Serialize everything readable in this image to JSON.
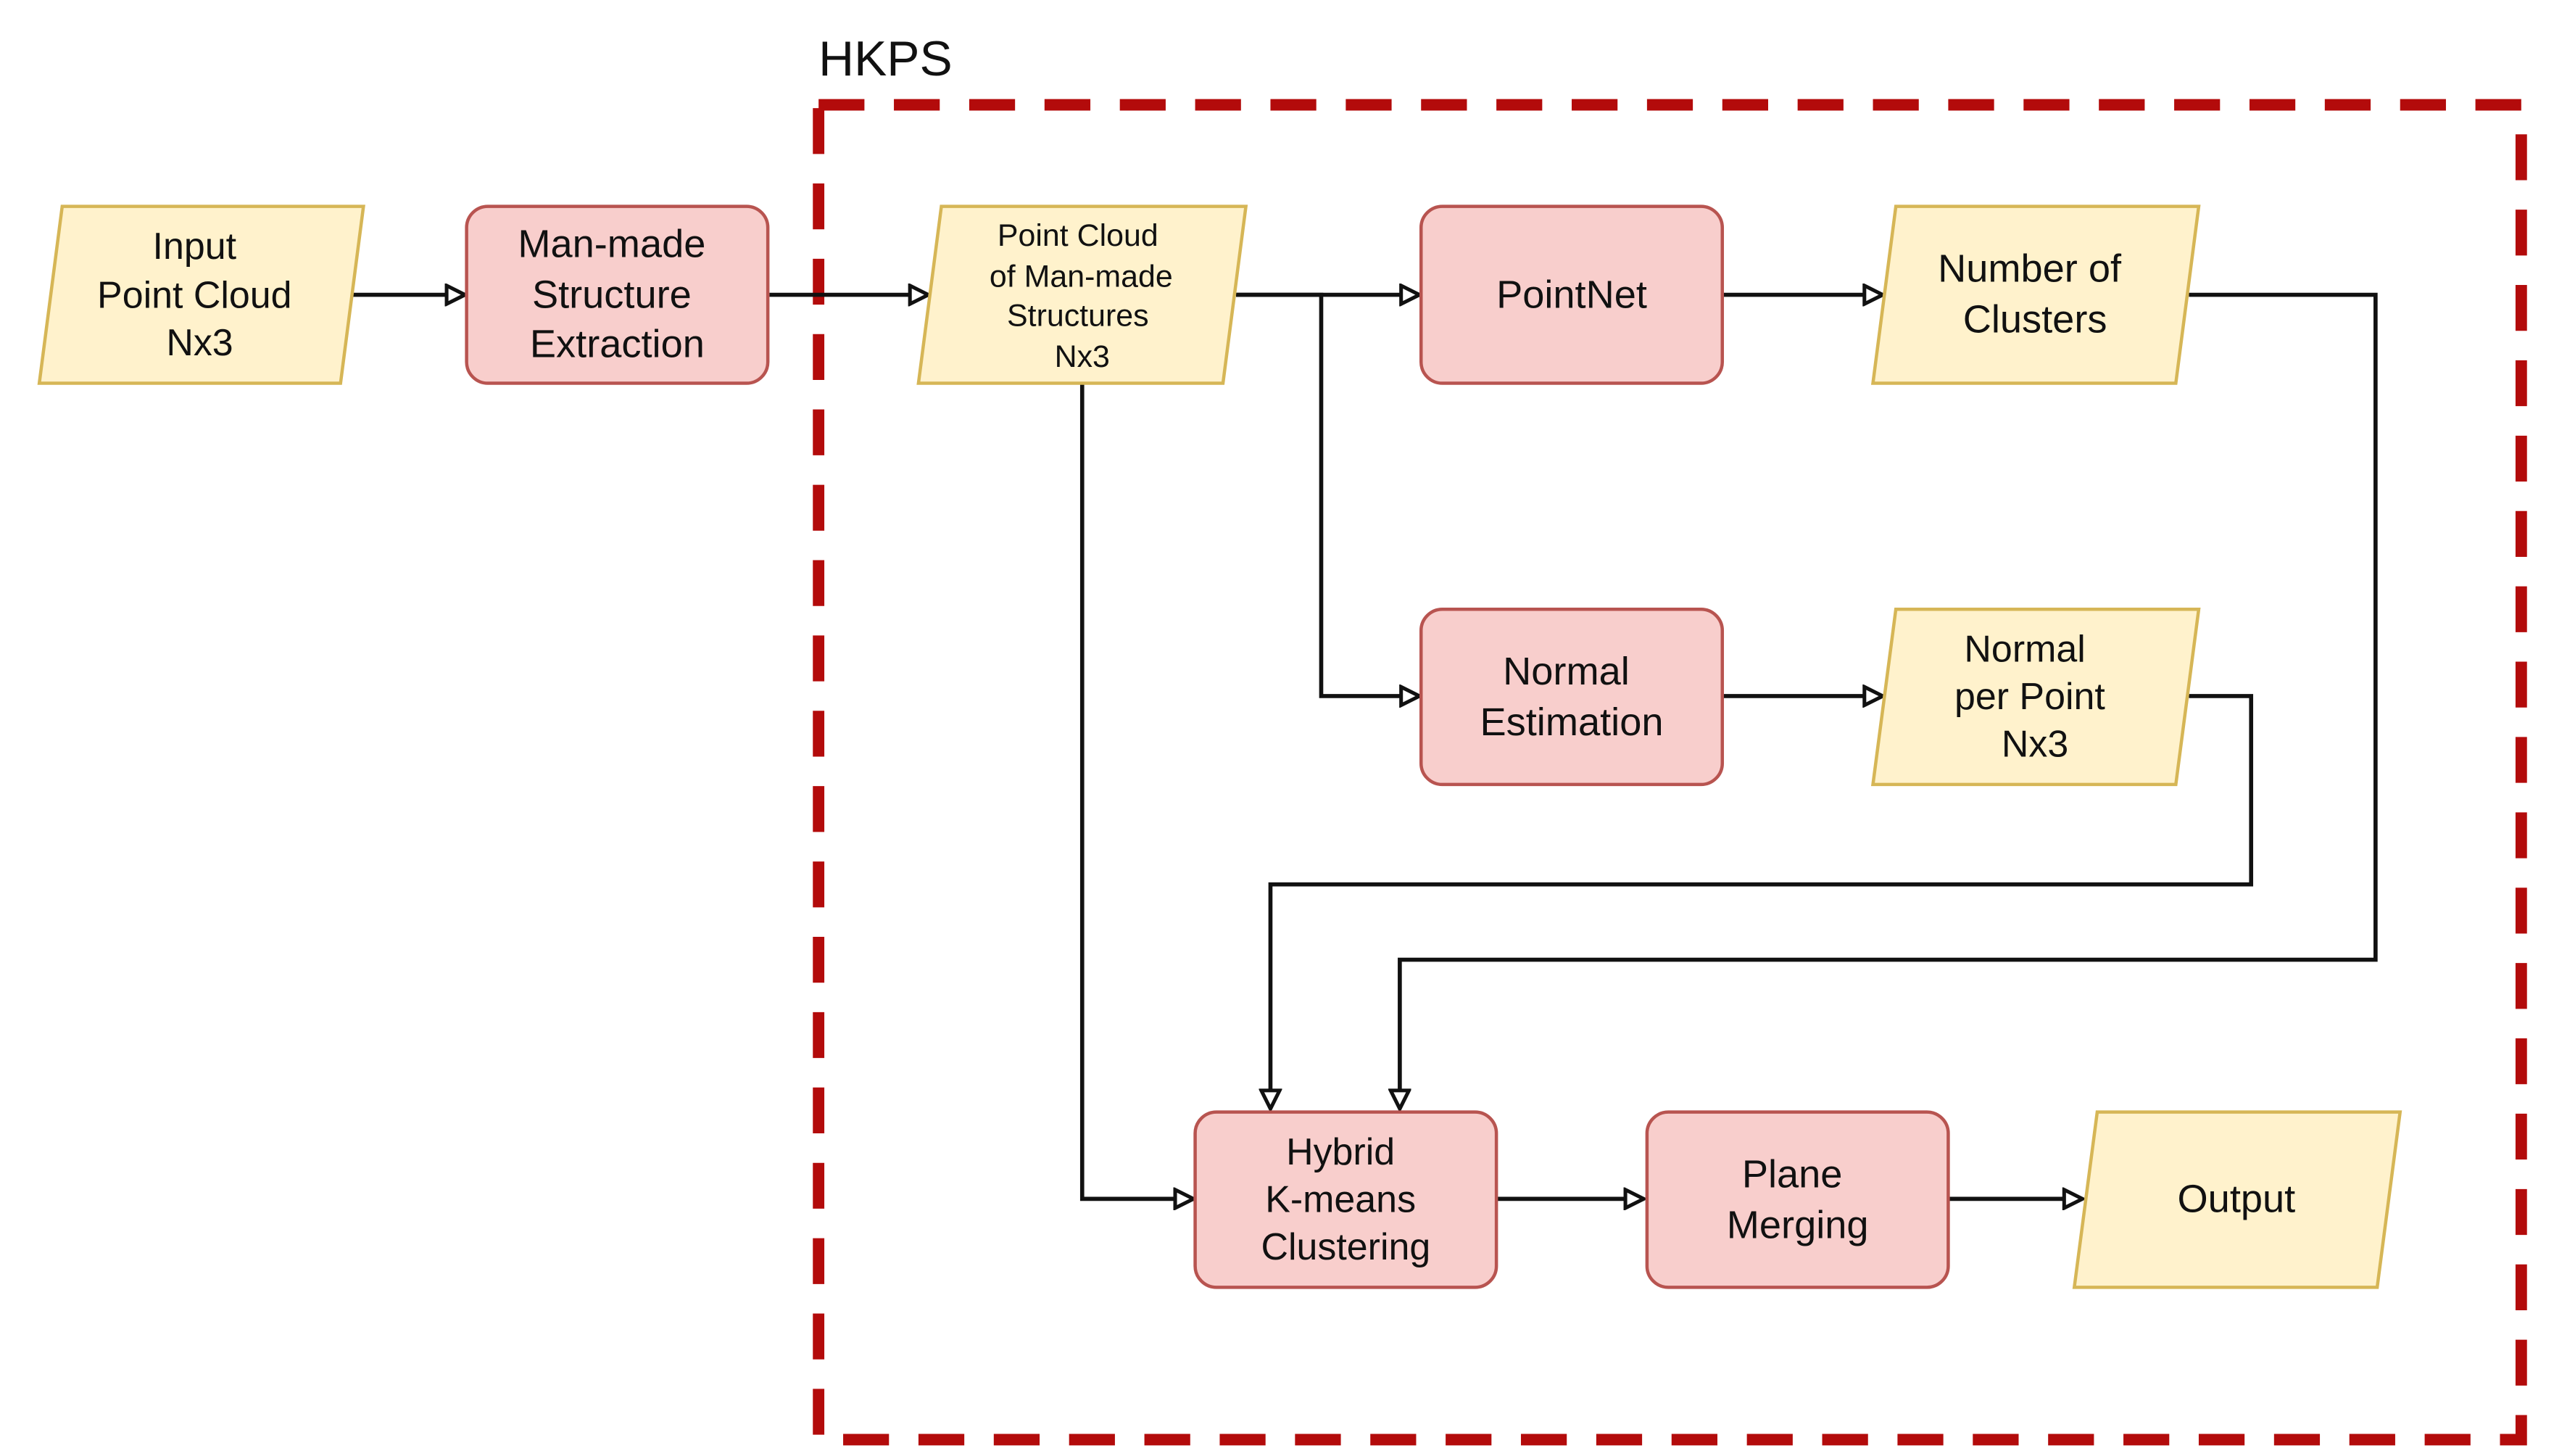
{
  "diagram": {
    "group": {
      "title": "HKPS",
      "border_color": "#b30b0b",
      "style": "dashed"
    },
    "colors": {
      "data_fill": "#fff2cc",
      "data_stroke": "#d6b656",
      "process_fill": "#f8cecc",
      "process_stroke": "#b85450",
      "edge": "#111111"
    },
    "nodes": {
      "input": {
        "type": "data",
        "lines": [
          "Input",
          "Point Cloud",
          "Nx3"
        ]
      },
      "extraction": {
        "type": "process",
        "lines": [
          "Man-made",
          "Structure",
          "Extraction"
        ]
      },
      "manmade_pc": {
        "type": "data",
        "lines": [
          "Point Cloud",
          "of Man-made",
          "Structures",
          "Nx3"
        ]
      },
      "pointnet": {
        "type": "process",
        "lines": [
          "PointNet"
        ]
      },
      "num_clusters": {
        "type": "data",
        "lines": [
          "Number of",
          "Clusters"
        ]
      },
      "normal_est": {
        "type": "process",
        "lines": [
          "Normal",
          "Estimation"
        ]
      },
      "normals": {
        "type": "data",
        "lines": [
          "Normal",
          "per Point",
          "Nx3"
        ]
      },
      "kmeans": {
        "type": "process",
        "lines": [
          "Hybrid",
          "K-means",
          "Clustering"
        ]
      },
      "merging": {
        "type": "process",
        "lines": [
          "Plane",
          "Merging"
        ]
      },
      "output": {
        "type": "data",
        "lines": [
          "Output"
        ]
      }
    },
    "edges": [
      {
        "from": "input",
        "to": "extraction"
      },
      {
        "from": "extraction",
        "to": "manmade_pc"
      },
      {
        "from": "manmade_pc",
        "to": "pointnet"
      },
      {
        "from": "manmade_pc",
        "to": "normal_est"
      },
      {
        "from": "manmade_pc",
        "to": "kmeans"
      },
      {
        "from": "pointnet",
        "to": "num_clusters"
      },
      {
        "from": "normal_est",
        "to": "normals"
      },
      {
        "from": "normals",
        "to": "kmeans"
      },
      {
        "from": "num_clusters",
        "to": "kmeans"
      },
      {
        "from": "kmeans",
        "to": "merging"
      },
      {
        "from": "merging",
        "to": "output"
      }
    ]
  }
}
